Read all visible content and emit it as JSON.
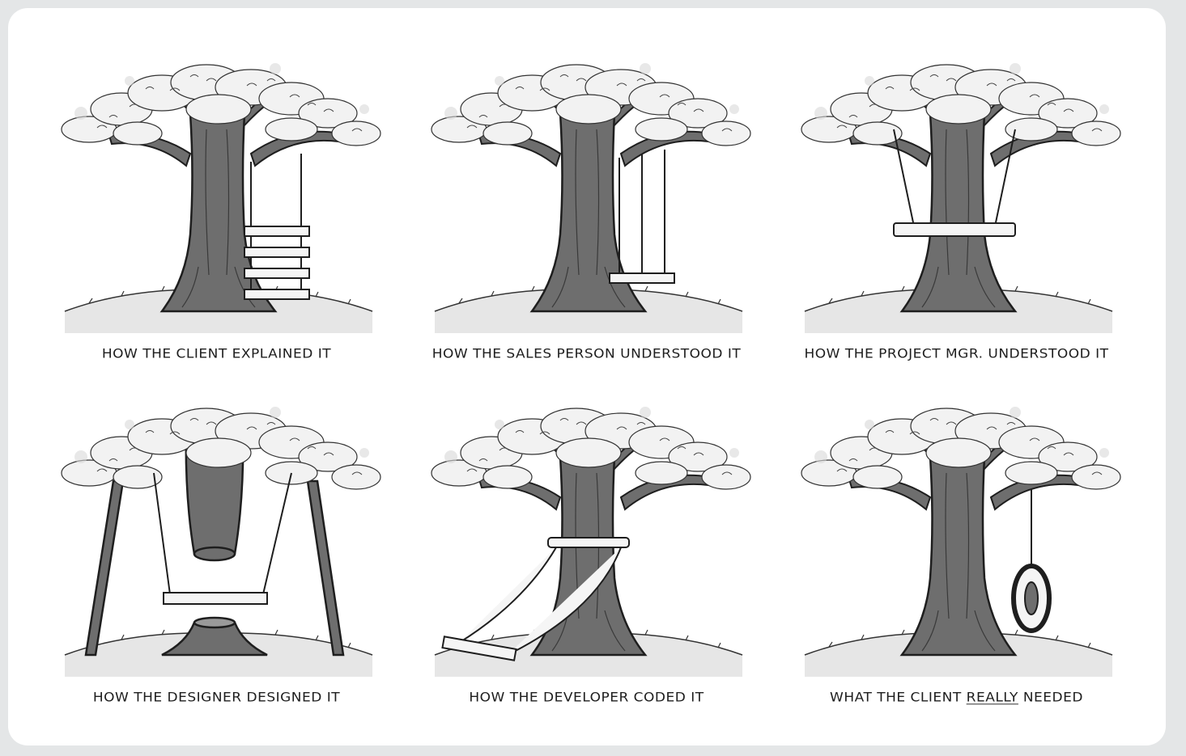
{
  "panels": [
    {
      "id": "client-explained",
      "caption": "HOW THE CLIENT EXPLAINED IT"
    },
    {
      "id": "salesperson-understood",
      "caption": "HOW THE SALES PERSON UNDERSTOOD IT"
    },
    {
      "id": "project-mgr-understood",
      "caption": "HOW THE PROJECT MGR. UNDERSTOOD IT"
    },
    {
      "id": "designer-designed",
      "caption": "HOW THE DESIGNER DESIGNED IT"
    },
    {
      "id": "developer-coded",
      "caption": "HOW THE DEVELOPER CODED IT"
    },
    {
      "id": "client-really-needed",
      "caption_pre": "WHAT THE CLIENT ",
      "caption_emph": "REALLY",
      "caption_post": " NEEDED"
    }
  ],
  "colors": {
    "background": "#e4e6e7",
    "card": "#ffffff",
    "trunk": "#6e6e6e",
    "ink": "#1e1e1e",
    "ground": "#e6e6e6"
  }
}
